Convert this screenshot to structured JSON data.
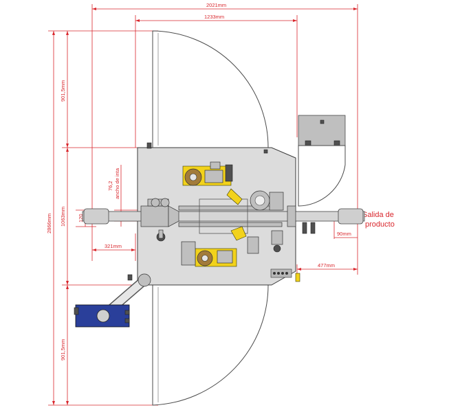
{
  "dimensions": {
    "total_width": "2021mm",
    "inner_width": "1233mm",
    "total_height": "2866mm",
    "upper_height": "901,5mm",
    "lower_height": "901,5mm",
    "middle_height": "1063mm",
    "belt_width": "120",
    "ink_width_value": "76,2",
    "ink_width_label": "ancho de inta",
    "left_offset": "321mm",
    "right_offset": "477mm",
    "outlet_offset": "90mm"
  },
  "labels": {
    "outlet_line1": "Salida de",
    "outlet_line2": "producto"
  },
  "colors": {
    "dimension": "#d9262c",
    "frame": "#dcdcdc",
    "accent_yellow": "#f2d21b",
    "motor_blue": "#2a3f9a"
  }
}
